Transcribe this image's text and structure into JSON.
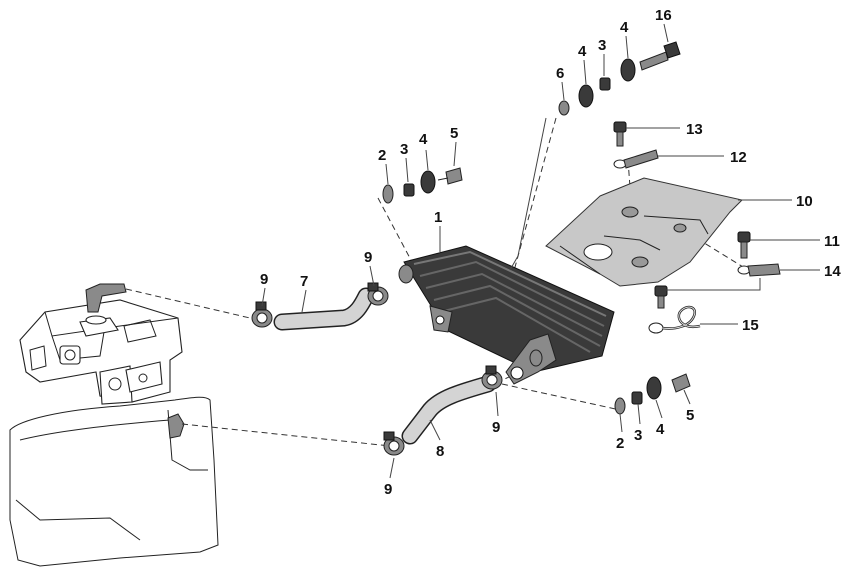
{
  "diagram": {
    "callouts": {
      "c1": "1",
      "c2a": "2",
      "c2b": "2",
      "c3a": "3",
      "c3b": "3",
      "c3c": "3",
      "c4a": "4",
      "c4b": "4",
      "c4c": "4",
      "c4d": "4",
      "c5a": "5",
      "c5b": "5",
      "c6": "6",
      "c7": "7",
      "c8": "8",
      "c9a": "9",
      "c9b": "9",
      "c9c": "9",
      "c9d": "9",
      "c10": "10",
      "c11": "11",
      "c12": "12",
      "c13": "13",
      "c14": "14",
      "c15": "15",
      "c16": "16"
    }
  }
}
